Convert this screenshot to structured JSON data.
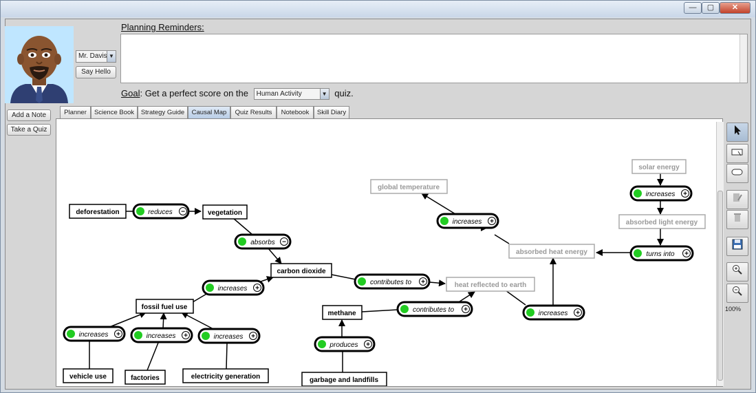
{
  "window": {
    "controls": {
      "minimize": "—",
      "maximize": "▢",
      "close": "✕"
    }
  },
  "teacher": {
    "selected": "Mr. Davis",
    "say_hello": "Say Hello"
  },
  "side_buttons": {
    "add_note": "Add a Note",
    "take_quiz": "Take a Quiz"
  },
  "reminders": {
    "label": "Planning Reminders:",
    "text": ""
  },
  "goal": {
    "label": "Goal",
    "prefix": ": Get a perfect score on the",
    "quiz_selected": "Human Activity",
    "suffix": "quiz."
  },
  "tabs": [
    "Planner",
    "Science Book",
    "Strategy Guide",
    "Causal Map",
    "Quiz Results",
    "Notebook",
    "Skill Diary"
  ],
  "active_tab": "Causal Map",
  "toolbar": {
    "icons": [
      "pointer-icon",
      "add-entity-icon",
      "add-link-icon",
      "edit-icon",
      "delete-icon",
      "save-icon",
      "zoom-in-icon",
      "zoom-out-icon"
    ],
    "zoom_level": "100%"
  },
  "map": {
    "entities": [
      {
        "id": "deforestation",
        "label": "deforestation",
        "faded": false
      },
      {
        "id": "vegetation",
        "label": "vegetation",
        "faded": false
      },
      {
        "id": "carbon_dioxide",
        "label": "carbon dioxide",
        "faded": false
      },
      {
        "id": "fossil_fuel_use",
        "label": "fossil fuel use",
        "faded": false
      },
      {
        "id": "vehicle_use",
        "label": "vehicle use",
        "faded": false
      },
      {
        "id": "factories",
        "label": "factories",
        "faded": false
      },
      {
        "id": "electricity_generation",
        "label": "electricity generation",
        "faded": false
      },
      {
        "id": "methane",
        "label": "methane",
        "faded": false
      },
      {
        "id": "garbage",
        "label": "garbage and landfills",
        "faded": false
      },
      {
        "id": "heat_reflected",
        "label": "heat reflected to earth",
        "faded": true
      },
      {
        "id": "absorbed_heat",
        "label": "absorbed heat energy",
        "faded": true
      },
      {
        "id": "global_temp",
        "label": "global temperature",
        "faded": true
      },
      {
        "id": "solar_energy",
        "label": "solar energy",
        "faded": true
      },
      {
        "id": "absorbed_light",
        "label": "absorbed light energy",
        "faded": true
      }
    ],
    "links": [
      {
        "id": "l1",
        "label": "reduces",
        "sign": "−"
      },
      {
        "id": "l2",
        "label": "absorbs",
        "sign": "−"
      },
      {
        "id": "l3",
        "label": "increases",
        "sign": "+"
      },
      {
        "id": "l4",
        "label": "increases",
        "sign": "+"
      },
      {
        "id": "l5",
        "label": "increases",
        "sign": "+"
      },
      {
        "id": "l6",
        "label": "increases",
        "sign": "+"
      },
      {
        "id": "l7",
        "label": "contributes to",
        "sign": "+"
      },
      {
        "id": "l8",
        "label": "produces",
        "sign": "+"
      },
      {
        "id": "l9",
        "label": "contributes to",
        "sign": "+"
      },
      {
        "id": "l10",
        "label": "increases",
        "sign": "+"
      },
      {
        "id": "l11",
        "label": "increases",
        "sign": "+"
      },
      {
        "id": "l12",
        "label": "increases",
        "sign": "+"
      },
      {
        "id": "l13",
        "label": "turns into",
        "sign": "+"
      }
    ],
    "link_dot_color": "#22cc22"
  }
}
